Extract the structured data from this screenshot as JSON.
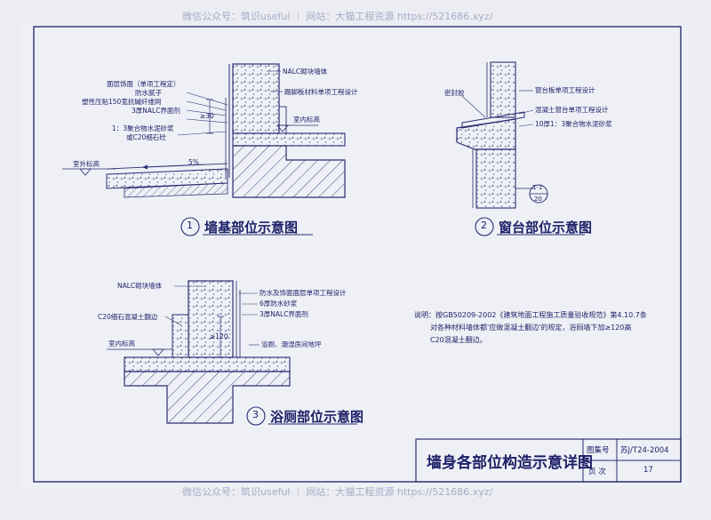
{
  "watermark": {
    "top": "微信公众号：筑识useful ｜ 网站：大猫工程资源 https://521686.xyz/",
    "bottom": "微信公众号：筑识useful ｜ 网站：大猫工程资源 https://521686.xyz/"
  },
  "detail1": {
    "number": "1",
    "caption": "墙基部位示意图",
    "labels": {
      "nalc_wall": "NALC砌块墙体",
      "skirting": "踢脚板材料单项工程设计",
      "finish": "面层饰面（单项工程定）",
      "waterproof_putty": "防水腻子",
      "plastic_mesh": "塑性压贴150宽抗碱纤维网",
      "nalc_interface": "3厚NALC界面剂",
      "mortar": "1：3聚合物水泥砂浆",
      "c20_fill": "或C20细石砼",
      "indoor": "室内标高",
      "outdoor": "室外标高",
      "slope": "5%",
      "dim": "≥30"
    }
  },
  "detail2": {
    "number": "2",
    "caption": "窗台部位示意图",
    "labels": {
      "sealant": "密封胶",
      "sill_board": "窗台板单项工程设计",
      "concrete_sill": "混凝土窗台单项工程设计",
      "mortar": "10厚1：3聚合物水泥砂浆"
    },
    "section_mark_top": "1-1",
    "section_mark_bottom": "20"
  },
  "detail3": {
    "number": "3",
    "caption": "浴厕部位示意图",
    "labels": {
      "nalc_wall": "NALC砌块墙体",
      "waterproof_finish": "防水及饰面面层单项工程设计",
      "waterproof_mortar": "6厚防水砂浆",
      "nalc_interface": "3厚NALC界面剂",
      "c20_curb": "C20细石混凝土翻边",
      "indoor": "室内标高",
      "bath_floor": "浴厕、潮湿房间地坪",
      "dim": "≥120"
    }
  },
  "note": {
    "lines": [
      "说明：按GB50209-2002《建筑地面工程施工质量验收规范》第4.10.7条",
      "对各种材料墙体都'应做混凝土翻边'的规定，浴厕墙下加≥120高",
      "C20混凝土翻边。"
    ]
  },
  "title_block": {
    "title": "墙身各部位构造示意详图",
    "sheet_no_label": "图集号",
    "sheet_no": "苏J/T24-2004",
    "page_label": "页 次",
    "page": "17"
  }
}
